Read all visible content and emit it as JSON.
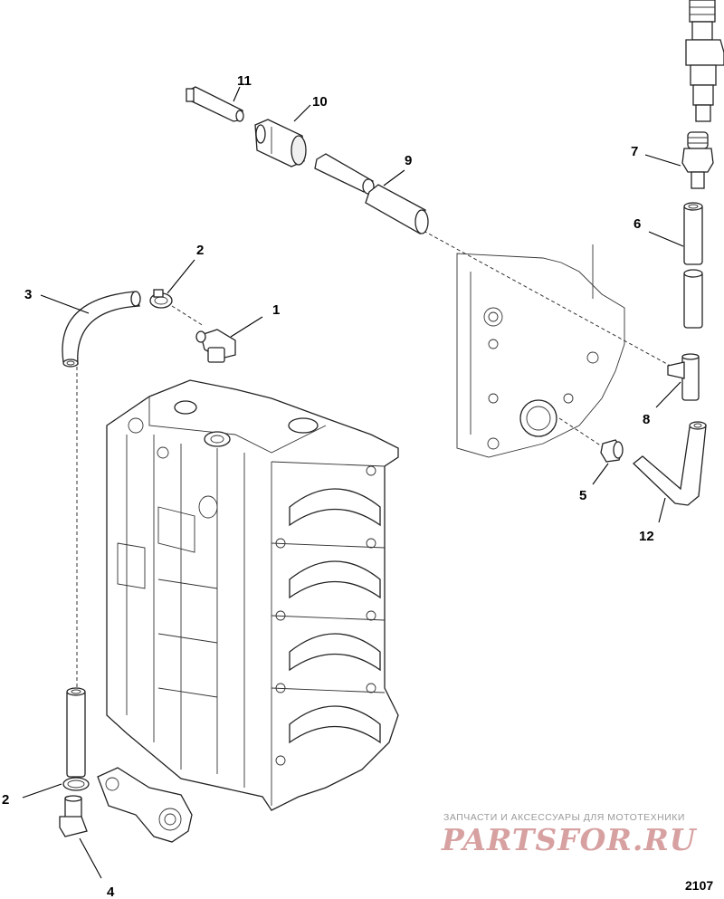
{
  "callouts": {
    "c1": "1",
    "c2a": "2",
    "c2b": "2",
    "c3": "3",
    "c4": "4",
    "c5": "5",
    "c6": "6",
    "c7": "7",
    "c8": "8",
    "c9": "9",
    "c10": "10",
    "c11": "11",
    "c12": "12"
  },
  "figure_id": "2107",
  "watermark": {
    "tagline": "ЗАПЧАСТИ И АКСЕССУАРЫ ДЛЯ МОТОТЕХНИКИ",
    "brand": "PARTSFOR.RU"
  },
  "colors": {
    "line": "#222222",
    "watermark_brand": "#d7a1a1",
    "watermark_tagline": "#9a9a9a"
  }
}
